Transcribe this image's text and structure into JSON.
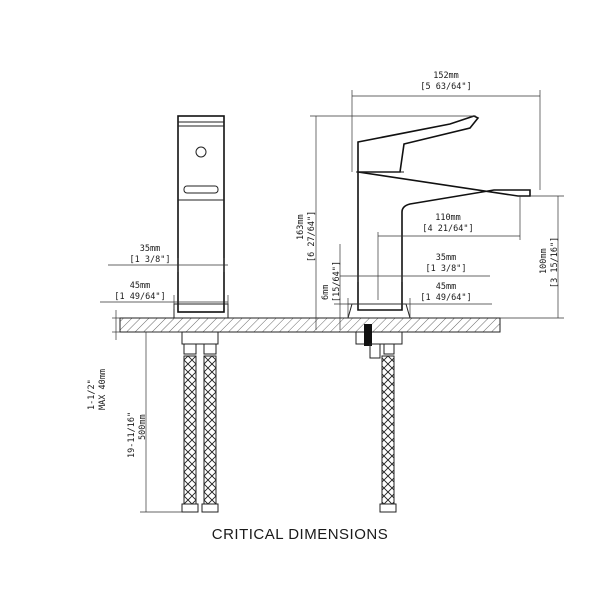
{
  "caption": "CRITICAL DIMENSIONS",
  "dimensions": {
    "overall_width": {
      "metric": "152mm",
      "imperial": "[5 63/64\"]"
    },
    "spout_reach": {
      "metric": "110mm",
      "imperial": "[4 21/64\"]"
    },
    "body_front": {
      "metric": "35mm",
      "imperial": "[1 3/8\"]"
    },
    "body_side": {
      "metric": "35mm",
      "imperial": "[1 3/8\"]"
    },
    "base_front": {
      "metric": "45mm",
      "imperial": "[1 49/64\"]"
    },
    "base_side": {
      "metric": "45mm",
      "imperial": "[1 49/64\"]"
    },
    "total_height": {
      "metric": "163mm",
      "imperial": "[6 27/64\"]"
    },
    "base_height": {
      "metric": "6mm",
      "imperial": "[15/64\"]"
    },
    "spout_height": {
      "metric": "100mm",
      "imperial": "[3 15/16\"]"
    },
    "deck_max": {
      "imperial": "1-1/2\"",
      "metric": "MAX 40mm"
    },
    "hose_length": {
      "imperial": "19-11/16\"",
      "metric": "500mm"
    }
  },
  "colors": {
    "line": "#222222",
    "background": "#ffffff"
  }
}
